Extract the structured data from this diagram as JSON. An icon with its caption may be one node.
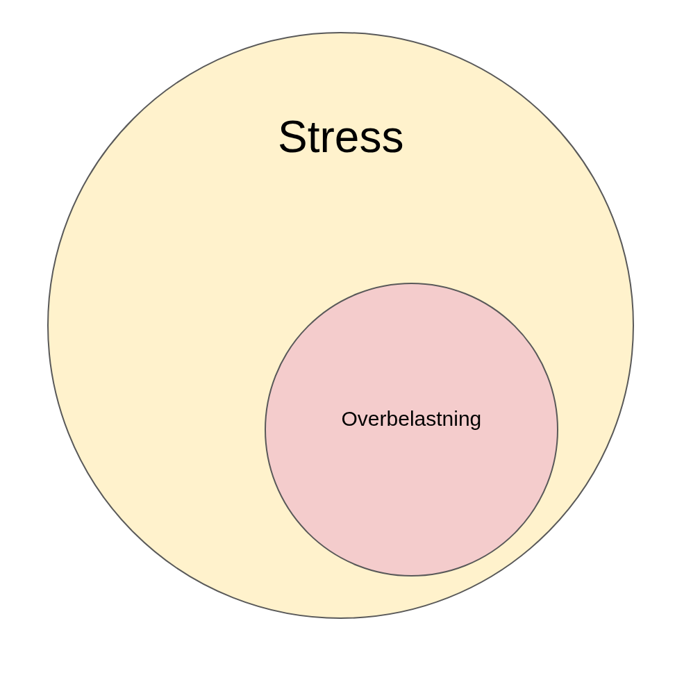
{
  "diagram": {
    "nodes": [
      {
        "text": [
          "Stress"
        ]
      },
      {
        "text": [
          "Overbelastning"
        ],
        "in": 0
      }
    ]
  }
}
